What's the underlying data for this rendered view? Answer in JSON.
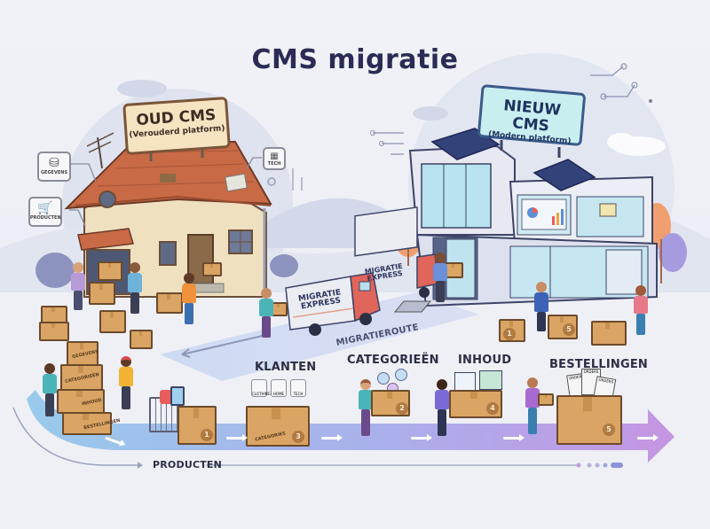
{
  "title": "CMS migratie",
  "old_system": {
    "sign_title": "OUD CMS",
    "sign_subtitle": "(Verouderd platform)",
    "badges": [
      {
        "icon": "database-icon",
        "label": "GEGEVENS"
      },
      {
        "icon": "cart-icon",
        "label": "PRODUCTEN"
      },
      {
        "icon": "server-icon",
        "label": "TECH"
      }
    ],
    "stacked_boxes": [
      "GEGEVENS",
      "CATEGORIEËN",
      "INHOUD",
      "BESTELLINGEN"
    ]
  },
  "new_system": {
    "sign_title": "NIEUW CMS",
    "sign_subtitle": "(Modern platform)"
  },
  "trucks": [
    {
      "line1": "MIGRATIE",
      "line2": "EXPRESS"
    },
    {
      "line1": "MIGRATIE",
      "line2": "EXPRESS"
    }
  ],
  "route_label": "MIGRATIEROUTE",
  "pipeline": {
    "stages": [
      {
        "number": "1",
        "label": "",
        "content": "Winkelwagen met producten"
      },
      {
        "number": "3",
        "label": "KLANTEN",
        "box_text": "CATEGORIES",
        "tags": [
          "CLOTHING",
          "HOME",
          "TECH"
        ]
      },
      {
        "number": "2",
        "label": "CATEGORIEËN"
      },
      {
        "number": "4",
        "label": "INHOUD"
      },
      {
        "number": "5",
        "label": "BESTELLINGEN",
        "papers": [
          "ORDERS",
          "ORDERS",
          "ORDERS"
        ]
      }
    ],
    "bottom_label": "PRODUCTEN"
  },
  "unpack_boxes": [
    "1",
    "5"
  ],
  "colors": {
    "title": "#2a2c55",
    "path_start": "#8fc6ea",
    "path_end": "#b98ce0",
    "box": "#d9a464",
    "box_border": "#6d4a2b",
    "old_sign_bg": "#f6e3c2",
    "new_sign_bg": "#c9eef0",
    "roof": "#c86a45",
    "truck_cab": "#e0655a"
  }
}
